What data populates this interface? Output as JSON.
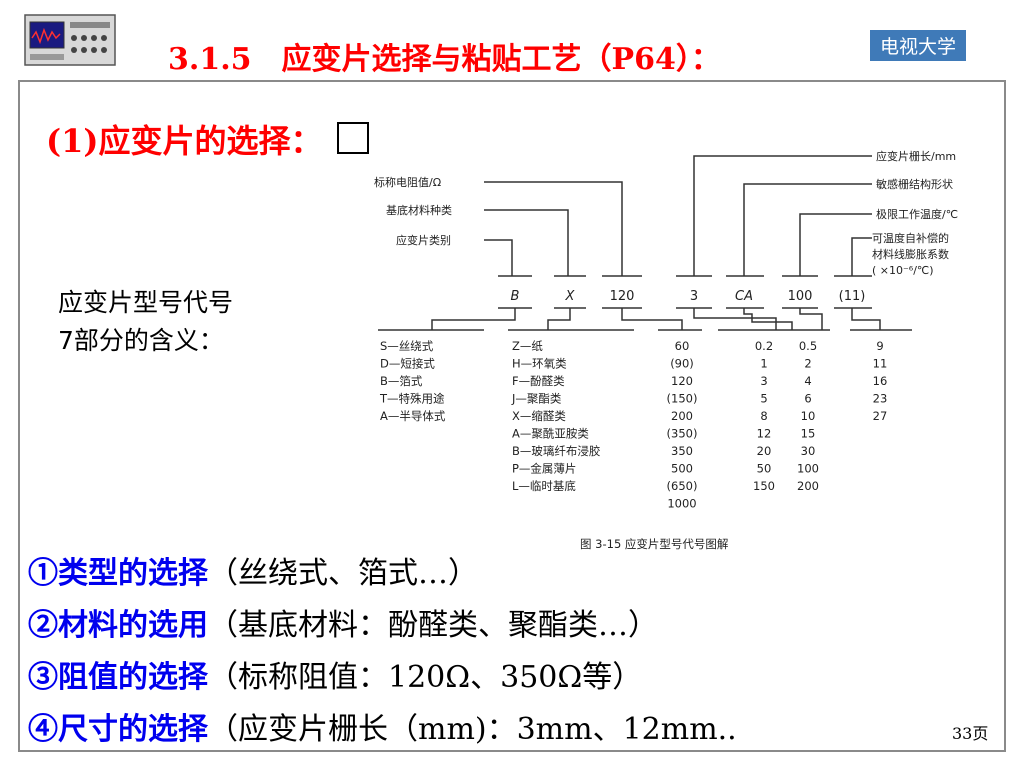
{
  "header": {
    "title": "3.1.5　应变片选择与粘贴工艺（P64）：",
    "brand": "电视大学"
  },
  "subtitle": "(1)应变片的选择：",
  "meaning": {
    "line1": "应变片型号代号",
    "line2": "7部分的含义："
  },
  "diagram": {
    "left_labels": [
      "标称电阻值/Ω",
      "基底材料种类",
      "应变片类别"
    ],
    "right_labels": [
      "应变片栅长/mm",
      "敏感栅结构形状",
      "极限工作温度/℃",
      "可温度自补偿的",
      "材料线膨胀系数",
      "( ×10⁻⁶/℃)"
    ],
    "codes": [
      "B",
      "X",
      "120",
      "3",
      "CA",
      "100",
      "(11)"
    ],
    "col_type": [
      "S—丝绕式",
      "D—短接式",
      "B—箔式",
      "T—特殊用途",
      "A—半导体式"
    ],
    "col_base": [
      "Z—纸",
      "H—环氧类",
      "F—酚醛类",
      "J—聚酯类",
      "X—缩醛类",
      "A—聚酰亚胺类",
      "B—玻璃纤布浸胶",
      "P—金属薄片",
      "L—临时基底"
    ],
    "col_resistance": [
      "60",
      "(90)",
      "120",
      "(150)",
      "200",
      "(350)",
      "350",
      "500",
      "(650)",
      "1000"
    ],
    "col_length_a": [
      "0.2",
      "1",
      "3",
      "5",
      "8",
      "12",
      "20",
      "50",
      "150"
    ],
    "col_length_b": [
      "0.5",
      "2",
      "4",
      "6",
      "10",
      "15",
      "30",
      "100",
      "200"
    ],
    "col_expansion": [
      "9",
      "11",
      "16",
      "23",
      "27"
    ],
    "caption": "图 3-15  应变片型号代号图解"
  },
  "bullets": [
    {
      "key": "①类型的选择",
      "detail": "（丝绕式、箔式…）"
    },
    {
      "key": "②材料的选用",
      "detail": "（基底材料：酚醛类、聚酯类…）"
    },
    {
      "key": "③阻值的选择",
      "detail": "（标称阻值：120Ω、350Ω等）"
    },
    {
      "key": "④尺寸的选择",
      "detail": "（应变片栅长（mm)：3mm、12mm.."
    }
  ],
  "page_number": "33页",
  "colors": {
    "title": "#ff0000",
    "bullet_key": "#0000ee",
    "brand_bg": "#3f7ab8"
  }
}
